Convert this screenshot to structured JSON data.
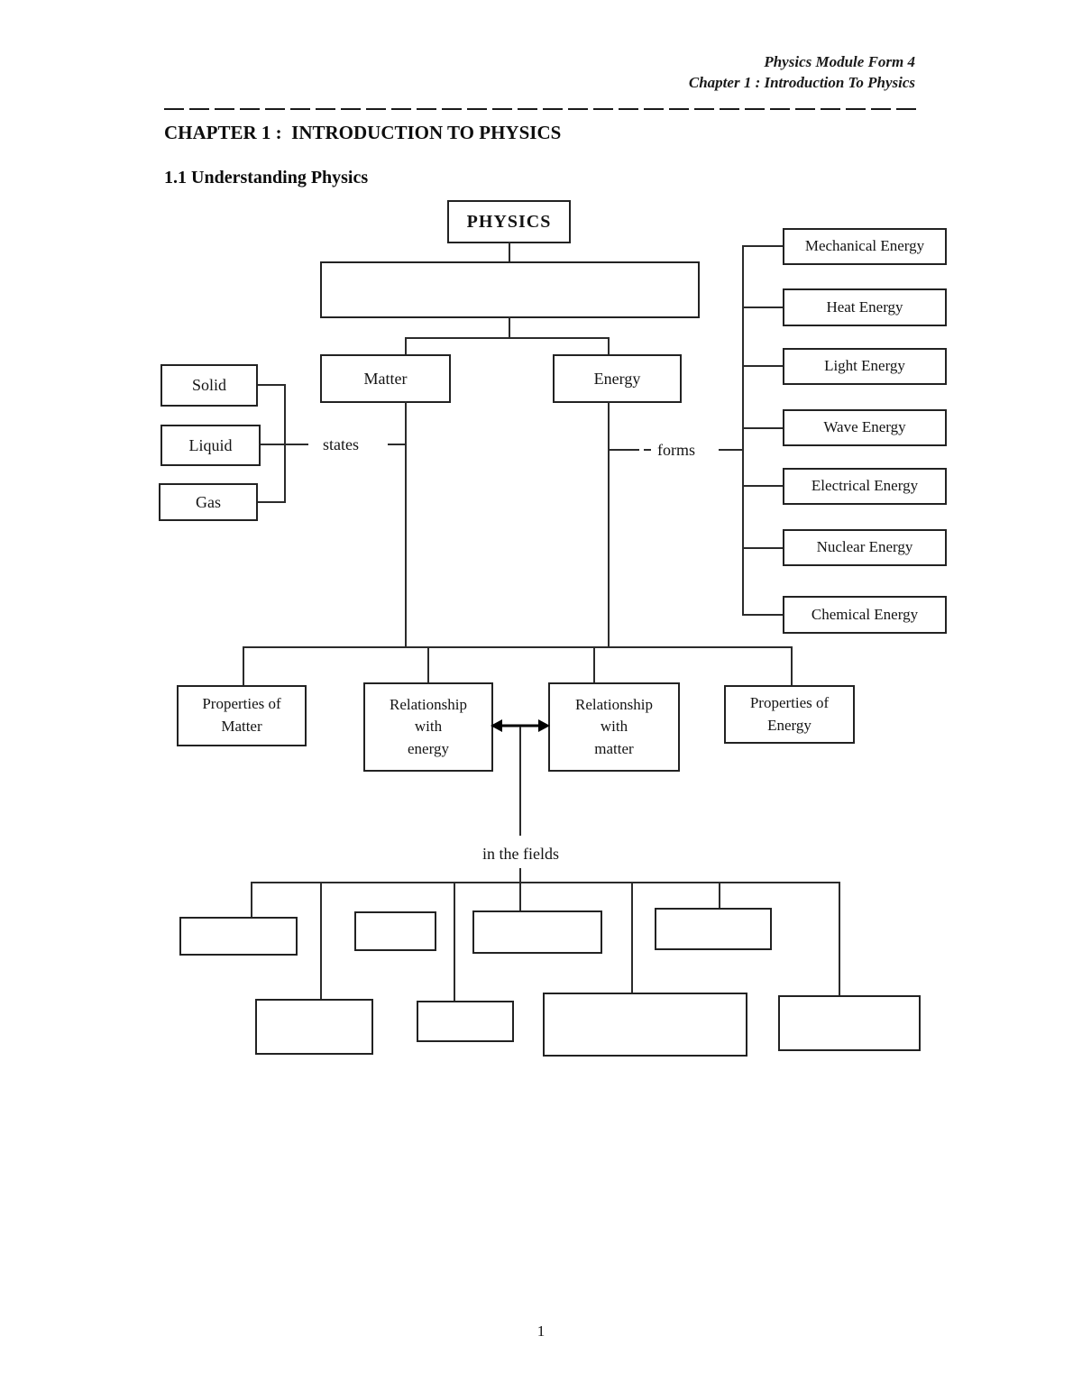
{
  "header": {
    "line1": "Physics Module Form 4",
    "line2": "Chapter 1 : Introduction To Physics"
  },
  "headings": {
    "chapter": "CHAPTER 1 :  INTRODUCTION TO PHYSICS",
    "section": "1.1 Understanding Physics"
  },
  "diagram": {
    "root": "PHYSICS",
    "matter": "Matter",
    "energy": "Energy",
    "states_label": "states",
    "forms_label": "forms",
    "states": [
      "Solid",
      "Liquid",
      "Gas"
    ],
    "energy_forms": [
      "Mechanical Energy",
      "Heat Energy",
      "Light Energy",
      "Wave Energy",
      "Electrical Energy",
      "Nuclear Energy",
      "Chemical Energy"
    ],
    "matter_branches": {
      "properties": "Properties of\nMatter",
      "relationship": "Relationship\nwith\nenergy"
    },
    "energy_branches": {
      "relationship": "Relationship\nwith\nmatter",
      "properties": "Properties of\nEnergy"
    },
    "fields_label": "in the fields"
  },
  "footer": {
    "page_number": "1"
  }
}
